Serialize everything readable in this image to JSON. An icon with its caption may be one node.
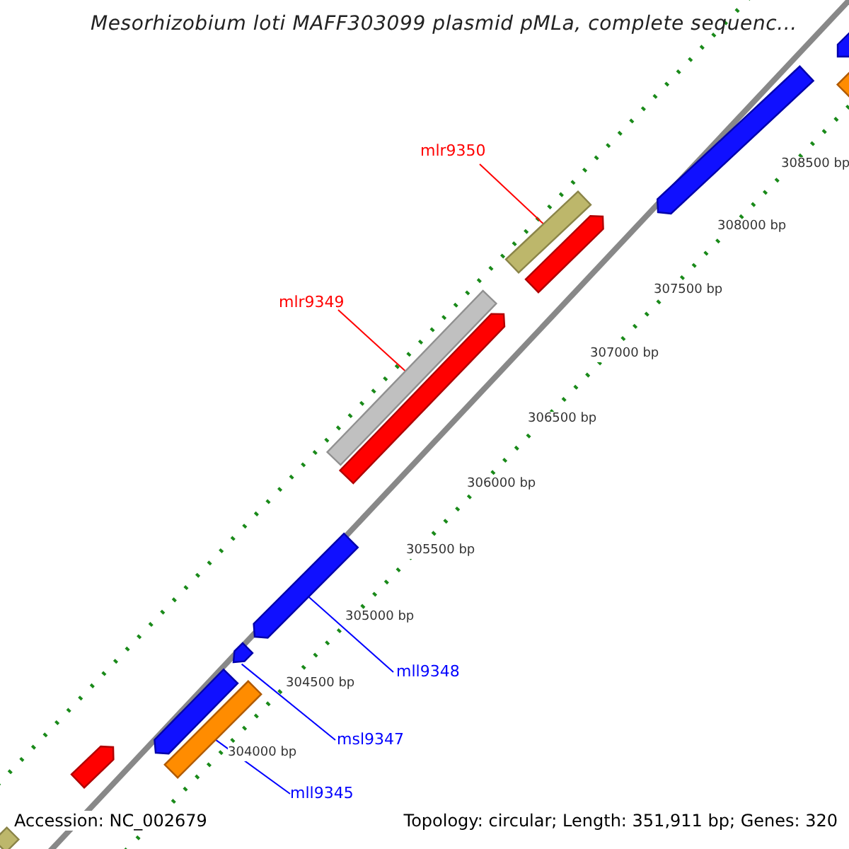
{
  "diagram": {
    "title": "Mesorhizobium loti MAFF303099 plasmid pMLa, complete sequenc...",
    "nodes": [
      {
        "text": [
          "mlr9350"
        ]
      },
      {
        "text": [
          "mlr9349"
        ]
      },
      {
        "text": [
          "mll9348"
        ]
      },
      {
        "text": [
          "msl9347"
        ]
      },
      {
        "text": [
          "mll9345"
        ]
      },
      {
        "text": [],
        "shape": "arrow"
      },
      {
        "text": [],
        "shape": "bar"
      },
      {
        "text": [],
        "shape": "arrow"
      },
      {
        "text": [],
        "shape": "bar"
      },
      {
        "text": [],
        "shape": "arrow"
      },
      {
        "text": [],
        "shape": "bar"
      },
      {
        "text": [],
        "shape": "arrow"
      },
      {
        "text": [],
        "shape": "arrow"
      },
      {
        "text": [],
        "shape": "arrow"
      },
      {
        "text": [],
        "shape": "arrow"
      },
      {
        "text": [],
        "shape": "bar"
      },
      {
        "text": [],
        "shape": "arrow"
      },
      {
        "text": [],
        "shape": "bar"
      }
    ],
    "edges": [
      {
        "from": 0,
        "to": 8,
        "arrow": "none",
        "color": "#ff0000"
      },
      {
        "from": 1,
        "to": 10,
        "arrow": "none",
        "color": "#ff0000"
      },
      {
        "from": 2,
        "to": 12,
        "arrow": "none"
      },
      {
        "from": 3,
        "to": 13,
        "arrow": "none"
      },
      {
        "from": 4,
        "to": 15,
        "arrow": "none"
      }
    ],
    "labels": [
      "308500 bp",
      "308000 bp",
      "307500 bp",
      "307000 bp",
      "306500 bp",
      "306000 bp",
      "305500 bp",
      "305000 bp",
      "304500 bp",
      "304000 bp",
      "Accession: NC_002679",
      "Topology: circular; Length: 351,911 bp; Genes: 320"
    ]
  }
}
